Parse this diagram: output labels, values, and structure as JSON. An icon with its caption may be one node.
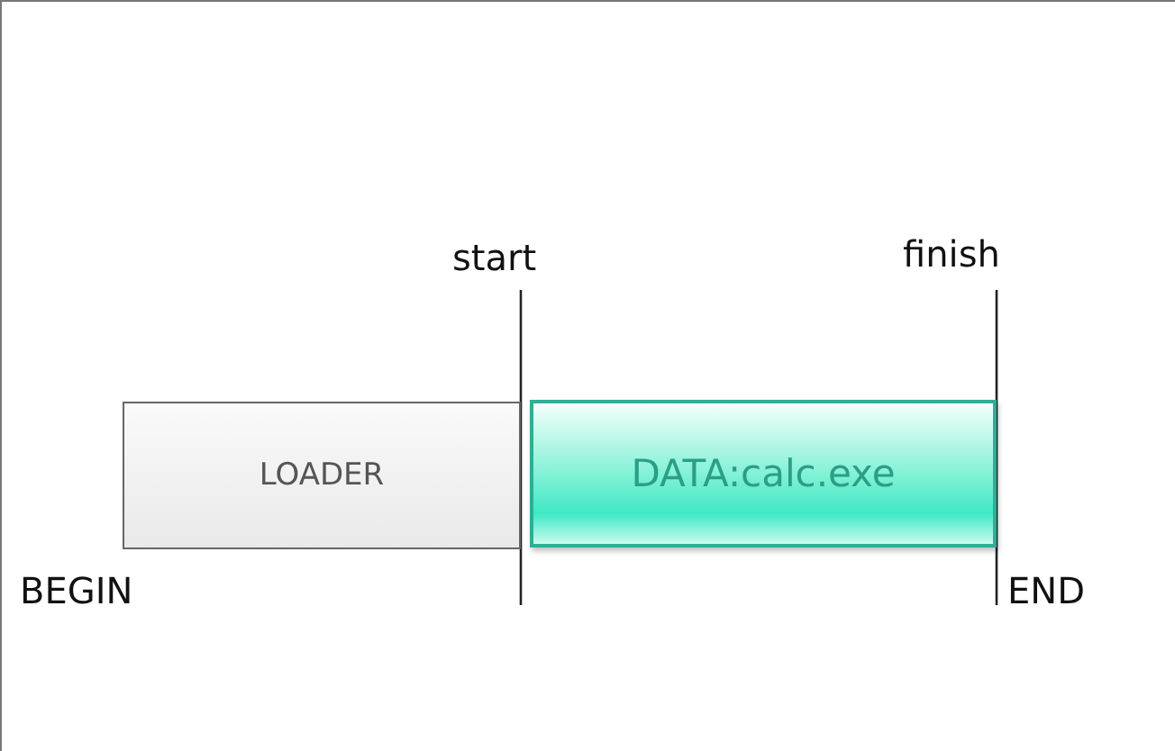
{
  "diagram": {
    "nodes": [
      {
        "text": [
          "LOADER"
        ]
      },
      {
        "text": [
          "DATA:calc.exe"
        ]
      }
    ],
    "labels": [
      "start",
      "finish",
      "BEGIN",
      "END"
    ]
  }
}
